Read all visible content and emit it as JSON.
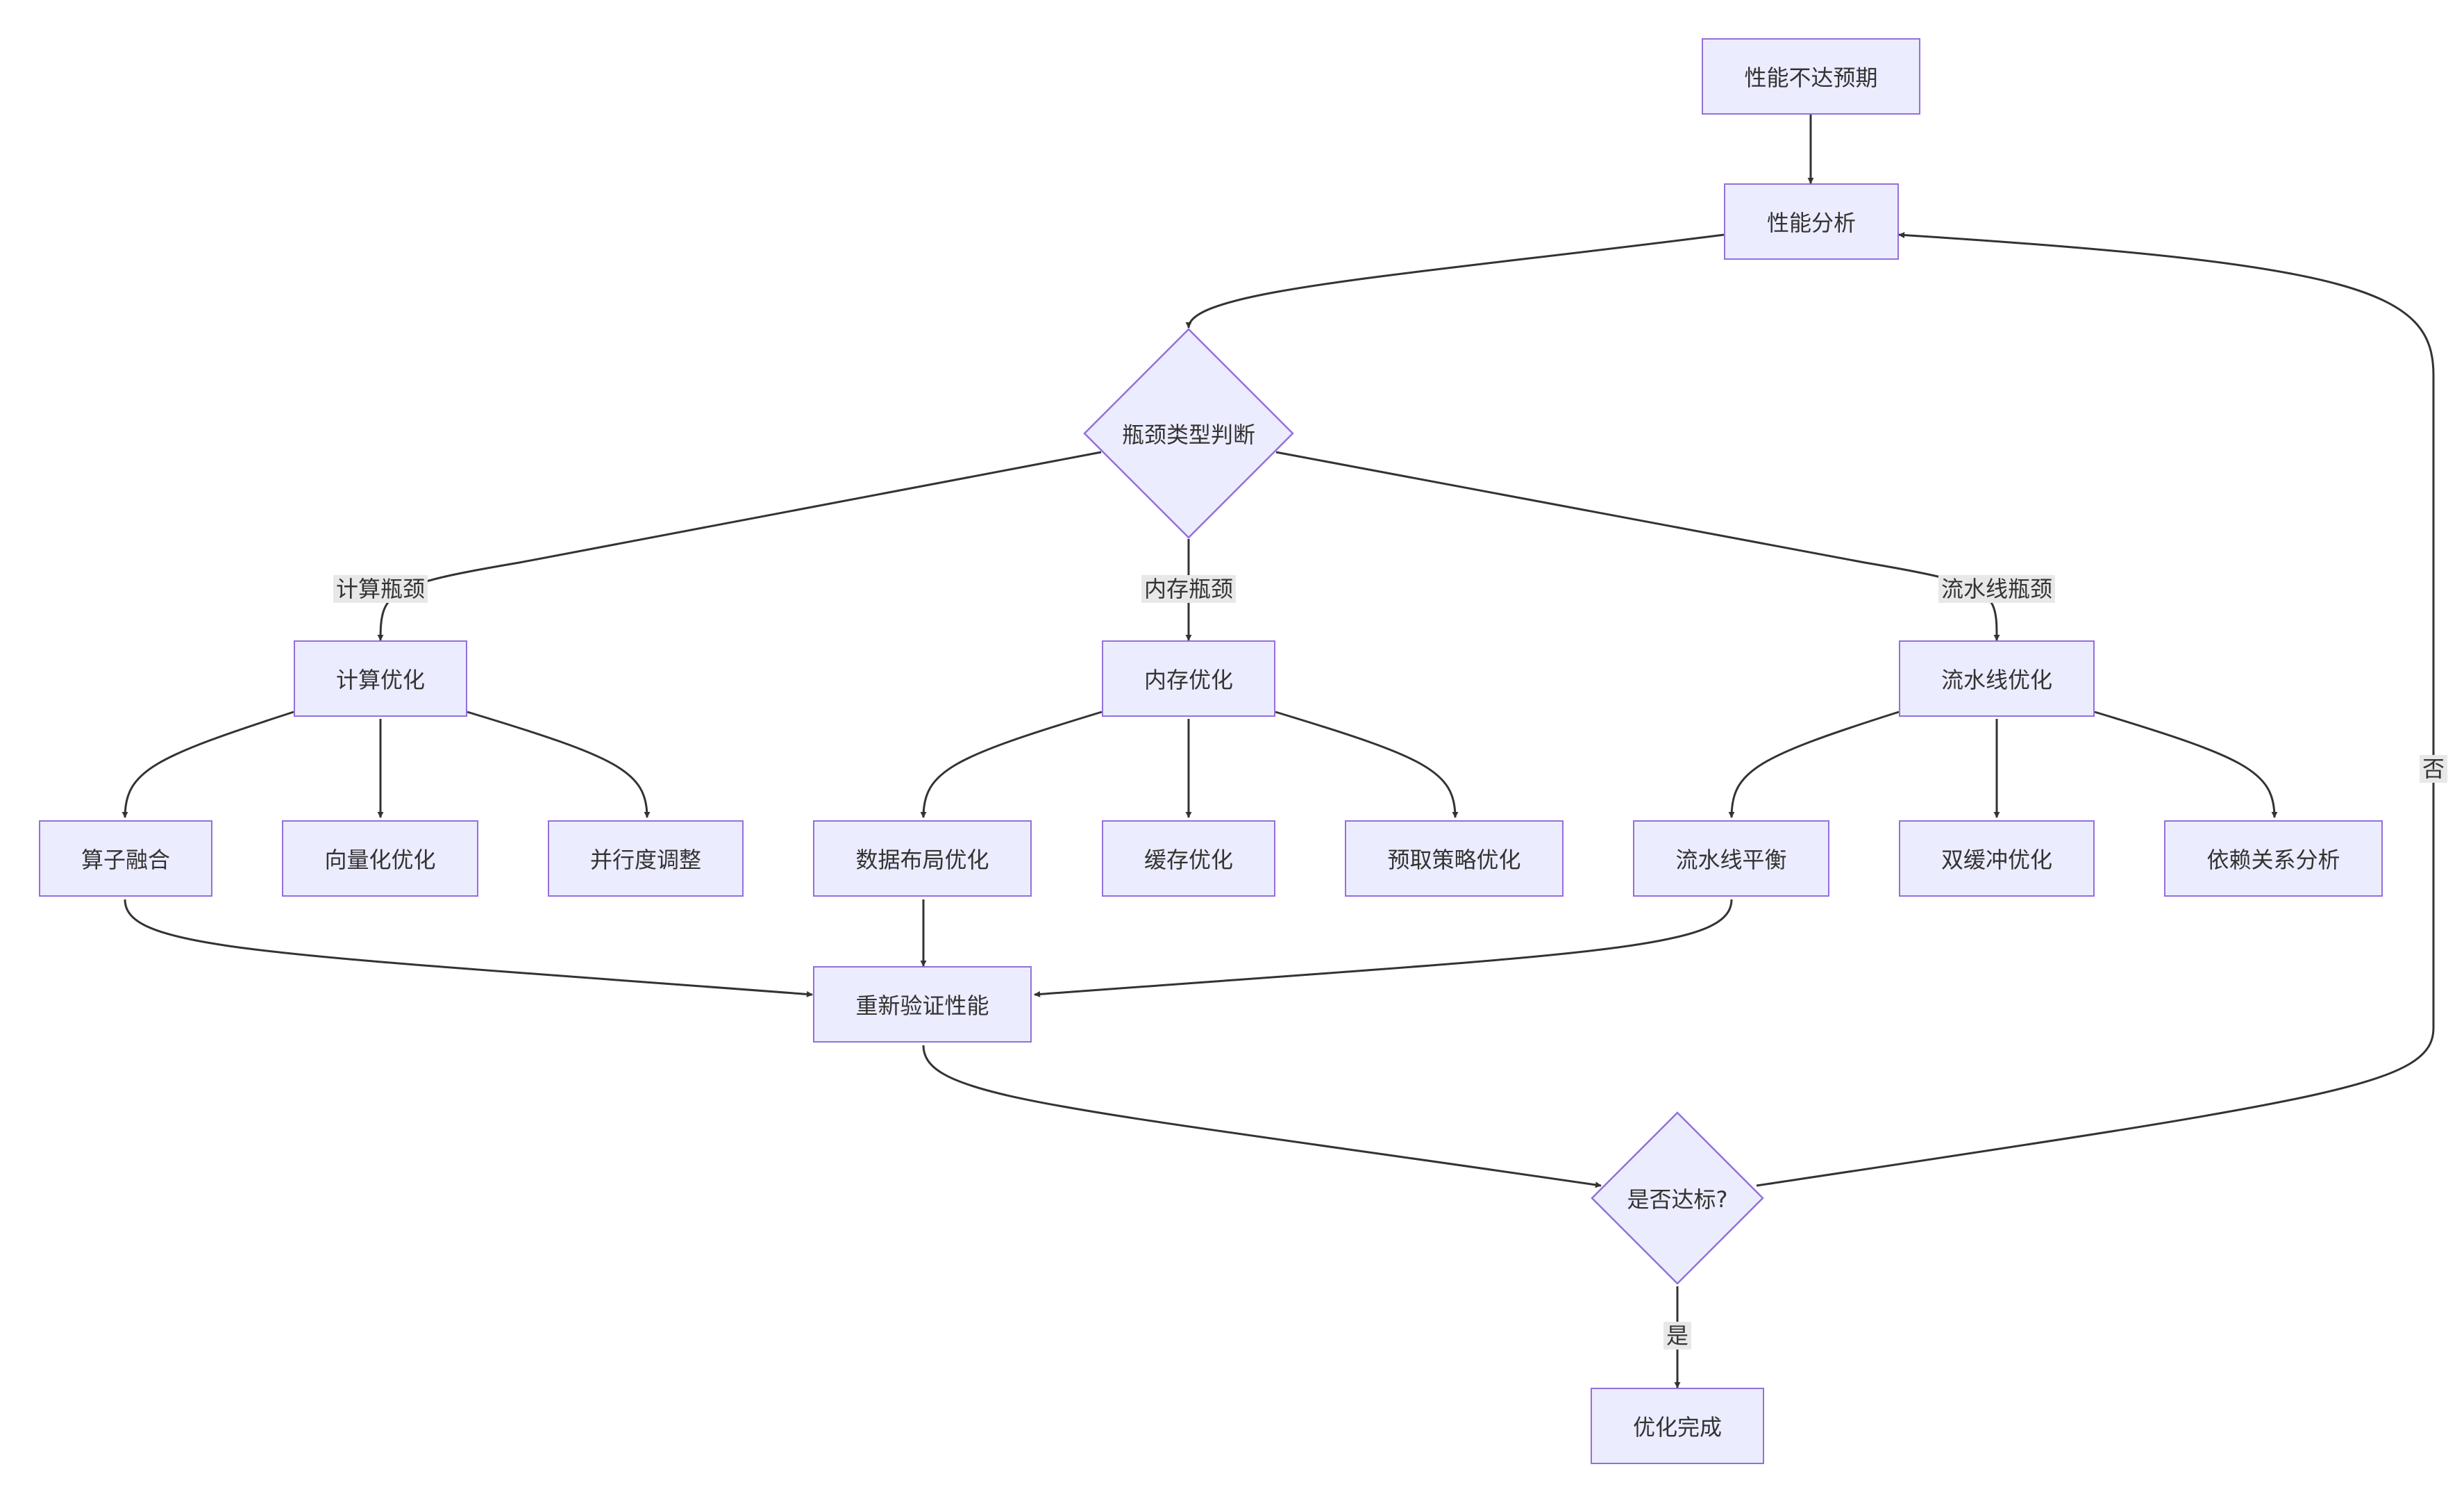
{
  "nodes": {
    "start": "性能不达预期",
    "analysis": "性能分析",
    "bottleneck_type": "瓶颈类型判断",
    "compute_opt": "计算优化",
    "memory_opt": "内存优化",
    "pipeline_opt": "流水线优化",
    "op_fusion": "算子融合",
    "vectorize": "向量化优化",
    "parallel": "并行度调整",
    "data_layout": "数据布局优化",
    "cache": "缓存优化",
    "prefetch": "预取策略优化",
    "pipe_balance": "流水线平衡",
    "double_buffer": "双缓冲优化",
    "dependency": "依赖关系分析",
    "reverify": "重新验证性能",
    "meets_target": "是否达标?",
    "done": "优化完成"
  },
  "edge_labels": {
    "compute_bottleneck": "计算瓶颈",
    "memory_bottleneck": "内存瓶颈",
    "pipeline_bottleneck": "流水线瓶颈",
    "yes": "是",
    "no": "否"
  },
  "colors": {
    "node_fill": "#ECECFF",
    "node_border": "#9370DB",
    "edge": "#333333",
    "label_bg": "#e8e8e8"
  }
}
